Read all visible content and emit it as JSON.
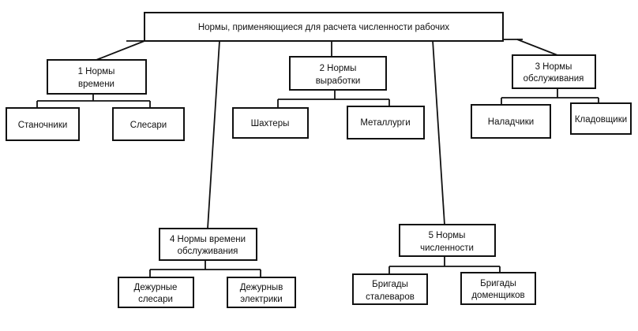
{
  "diagram": {
    "root": {
      "label": "Нормы, применяющиеся для расчета численности рабочих"
    },
    "categories": [
      {
        "lines": [
          "1 Нормы",
          "времени"
        ],
        "children": [
          {
            "lines": [
              "Станочники"
            ]
          },
          {
            "lines": [
              "Слесари"
            ]
          }
        ]
      },
      {
        "lines": [
          "2 Нормы",
          "выработки"
        ],
        "children": [
          {
            "lines": [
              "Шахтеры"
            ]
          },
          {
            "lines": [
              "Металлурги"
            ]
          }
        ]
      },
      {
        "lines": [
          "3 Нормы",
          "обслуживания"
        ],
        "children": [
          {
            "lines": [
              "Наладчики"
            ]
          },
          {
            "lines": [
              "Кладовщики"
            ]
          }
        ]
      },
      {
        "lines": [
          "4 Нормы времени",
          "обслуживания"
        ],
        "children": [
          {
            "lines": [
              "Дежурные",
              "слесари"
            ]
          },
          {
            "lines": [
              "Дежурныв",
              "электрики"
            ]
          }
        ]
      },
      {
        "lines": [
          "5 Нормы",
          "численности"
        ],
        "children": [
          {
            "lines": [
              "Бригады",
              "сталеваров"
            ]
          },
          {
            "lines": [
              "Бригады",
              "доменщиков"
            ]
          }
        ]
      }
    ]
  }
}
